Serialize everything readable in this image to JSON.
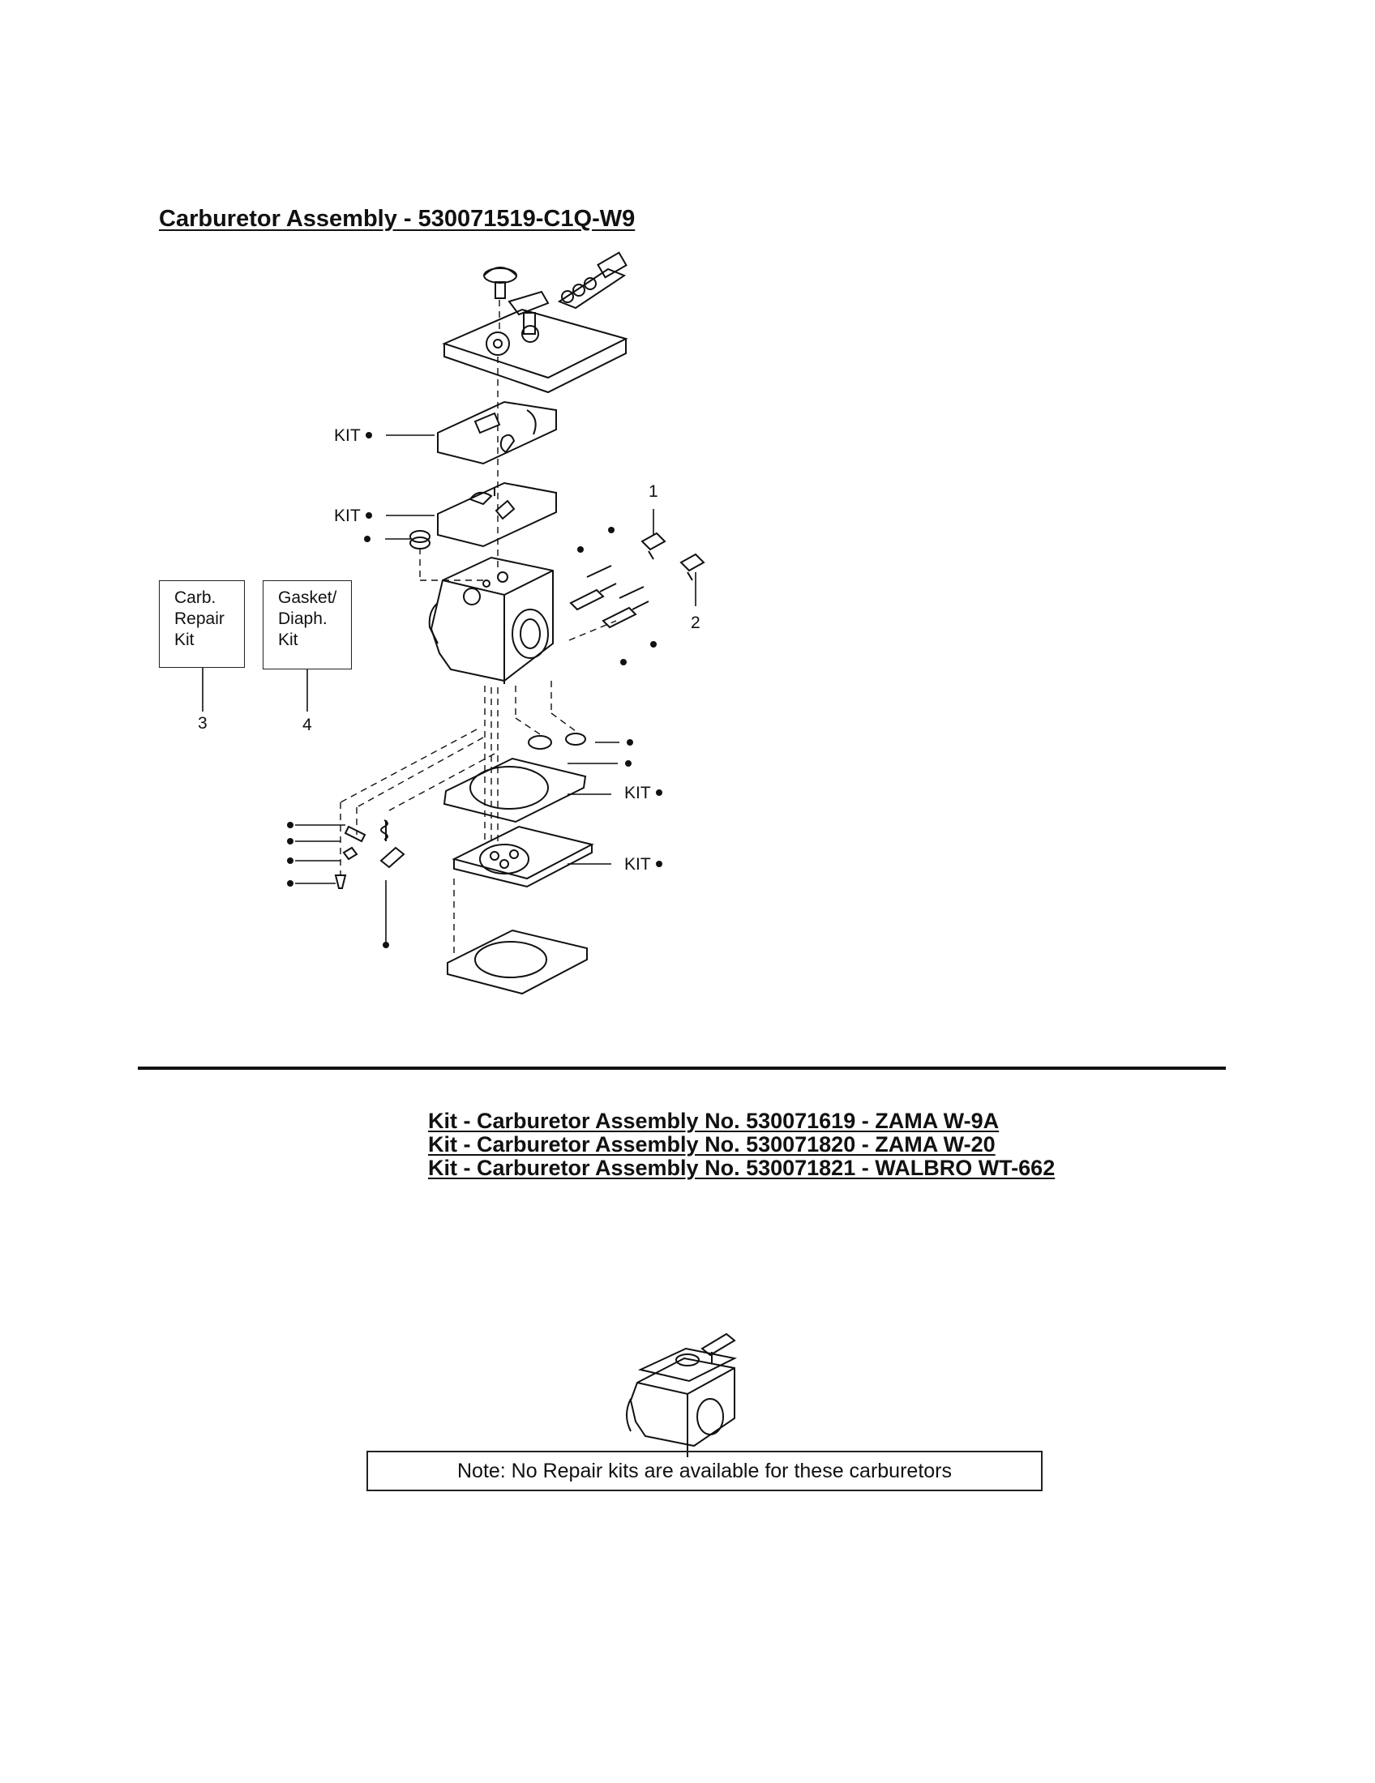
{
  "title": "Carburetor Assembly - 530071519-C1Q-W9",
  "callouts": {
    "kit_label": "KIT",
    "ref_1": "1",
    "ref_2": "2",
    "ref_3": "3",
    "ref_4": "4"
  },
  "kit_boxes": {
    "carb_repair": [
      "Carb.",
      "Repair",
      "Kit"
    ],
    "gasket_diaph": [
      "Gasket/",
      "Diaph.",
      "Kit"
    ]
  },
  "kit_assemblies": [
    "Kit - Carburetor Assembly No. 530071619 - ZAMA W-9A",
    "Kit - Carburetor Assembly No. 530071820 - ZAMA W-20",
    "Kit - Carburetor Assembly No. 530071821 - WALBRO WT-662"
  ],
  "note": "Note: No Repair kits are available for these carburetors",
  "colors": {
    "ink": "#111111",
    "paper": "#ffffff"
  }
}
